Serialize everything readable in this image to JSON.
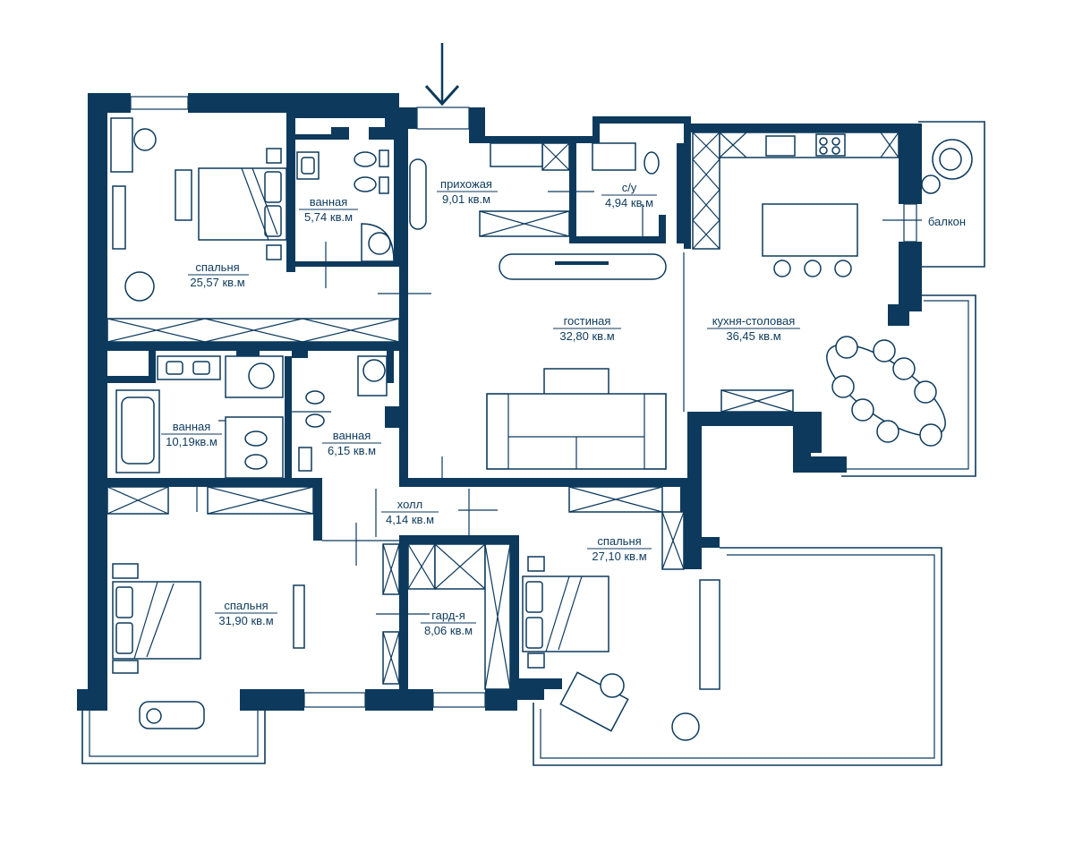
{
  "colors": {
    "wall": "#0d3a5c",
    "background": "#ffffff"
  },
  "icons": [
    "entrance-arrow-icon",
    "bed-icon",
    "toilet-icon",
    "sink-icon",
    "bathtub-icon",
    "shower-icon",
    "sofa-icon",
    "stove-icon",
    "armchair-icon",
    "dining-table-icon"
  ],
  "rooms": {
    "bedroom1": {
      "name": "спальня",
      "area": "25,57 кв.м"
    },
    "bath1": {
      "name": "ванная",
      "area": "5,74 кв.м"
    },
    "hallway": {
      "name": "прихожая",
      "area": "9,01 кв.м"
    },
    "wc": {
      "name": "с/у",
      "area": "4,94 кв.м"
    },
    "balcony": {
      "name": "балкон"
    },
    "living": {
      "name": "гостиная",
      "area": "32,80 кв.м"
    },
    "kitchen": {
      "name": "кухня-столовая",
      "area": "36,45 кв.м"
    },
    "bath2": {
      "name": "ванная",
      "area": "10,19кв.м"
    },
    "bath3": {
      "name": "ванная",
      "area": "6,15 кв.м"
    },
    "hall": {
      "name": "холл",
      "area": "4,14 кв.м"
    },
    "bedroom2": {
      "name": "спальня",
      "area": "27,10 кв.м"
    },
    "bedroom3": {
      "name": "спальня",
      "area": "31,90 кв.м"
    },
    "wardrobe": {
      "name": "гард-я",
      "area": "8,06 кв.м"
    }
  }
}
